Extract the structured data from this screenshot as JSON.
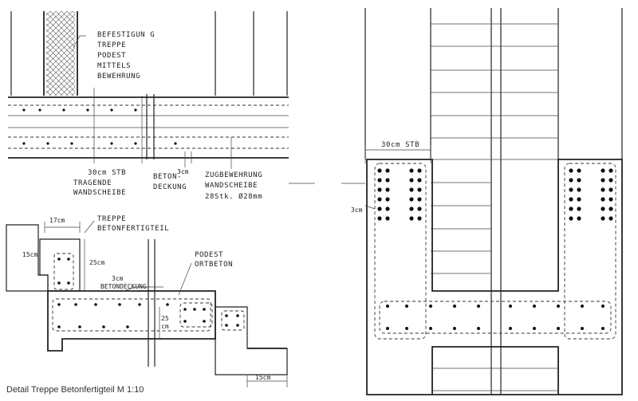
{
  "caption": "Detail Treppe Betonfertigteil M 1:10",
  "labels": {
    "befestigung": [
      "BEFESTIGUN G",
      "TREPPE",
      "PODEST",
      "MITTELS",
      "BEWEHRUNG"
    ],
    "stb_top": "30cm STB",
    "tragende": [
      "TRAGENDE",
      "WANDSCHEIBE"
    ],
    "beton_deckung": [
      "BETON-",
      "DECKUNG"
    ],
    "three_cm_top": "3cm",
    "zugbewehrung": [
      "ZUGBEWEHRUNG",
      "WANDSCHEIBE",
      "28Stk. Ø28mm"
    ],
    "dim_17": "17cm",
    "treppe_fertigteil": [
      "TREPPE",
      "BETONFERTIGTEIL"
    ],
    "dim_15_left": "15cm",
    "dim_25": "25cm",
    "podest": [
      "PODEST",
      "ORTBETON"
    ],
    "betondeckung_low": [
      "3cm",
      "BETONDECKUNG"
    ],
    "dim_25_vert": [
      "25",
      "cm"
    ],
    "dim_15_bottom": "15cm",
    "stb_right": "30cm STB",
    "three_cm_right": "3cm"
  },
  "colors": {
    "ink": "#222222",
    "paper": "#ffffff",
    "hatch": "#555555"
  }
}
